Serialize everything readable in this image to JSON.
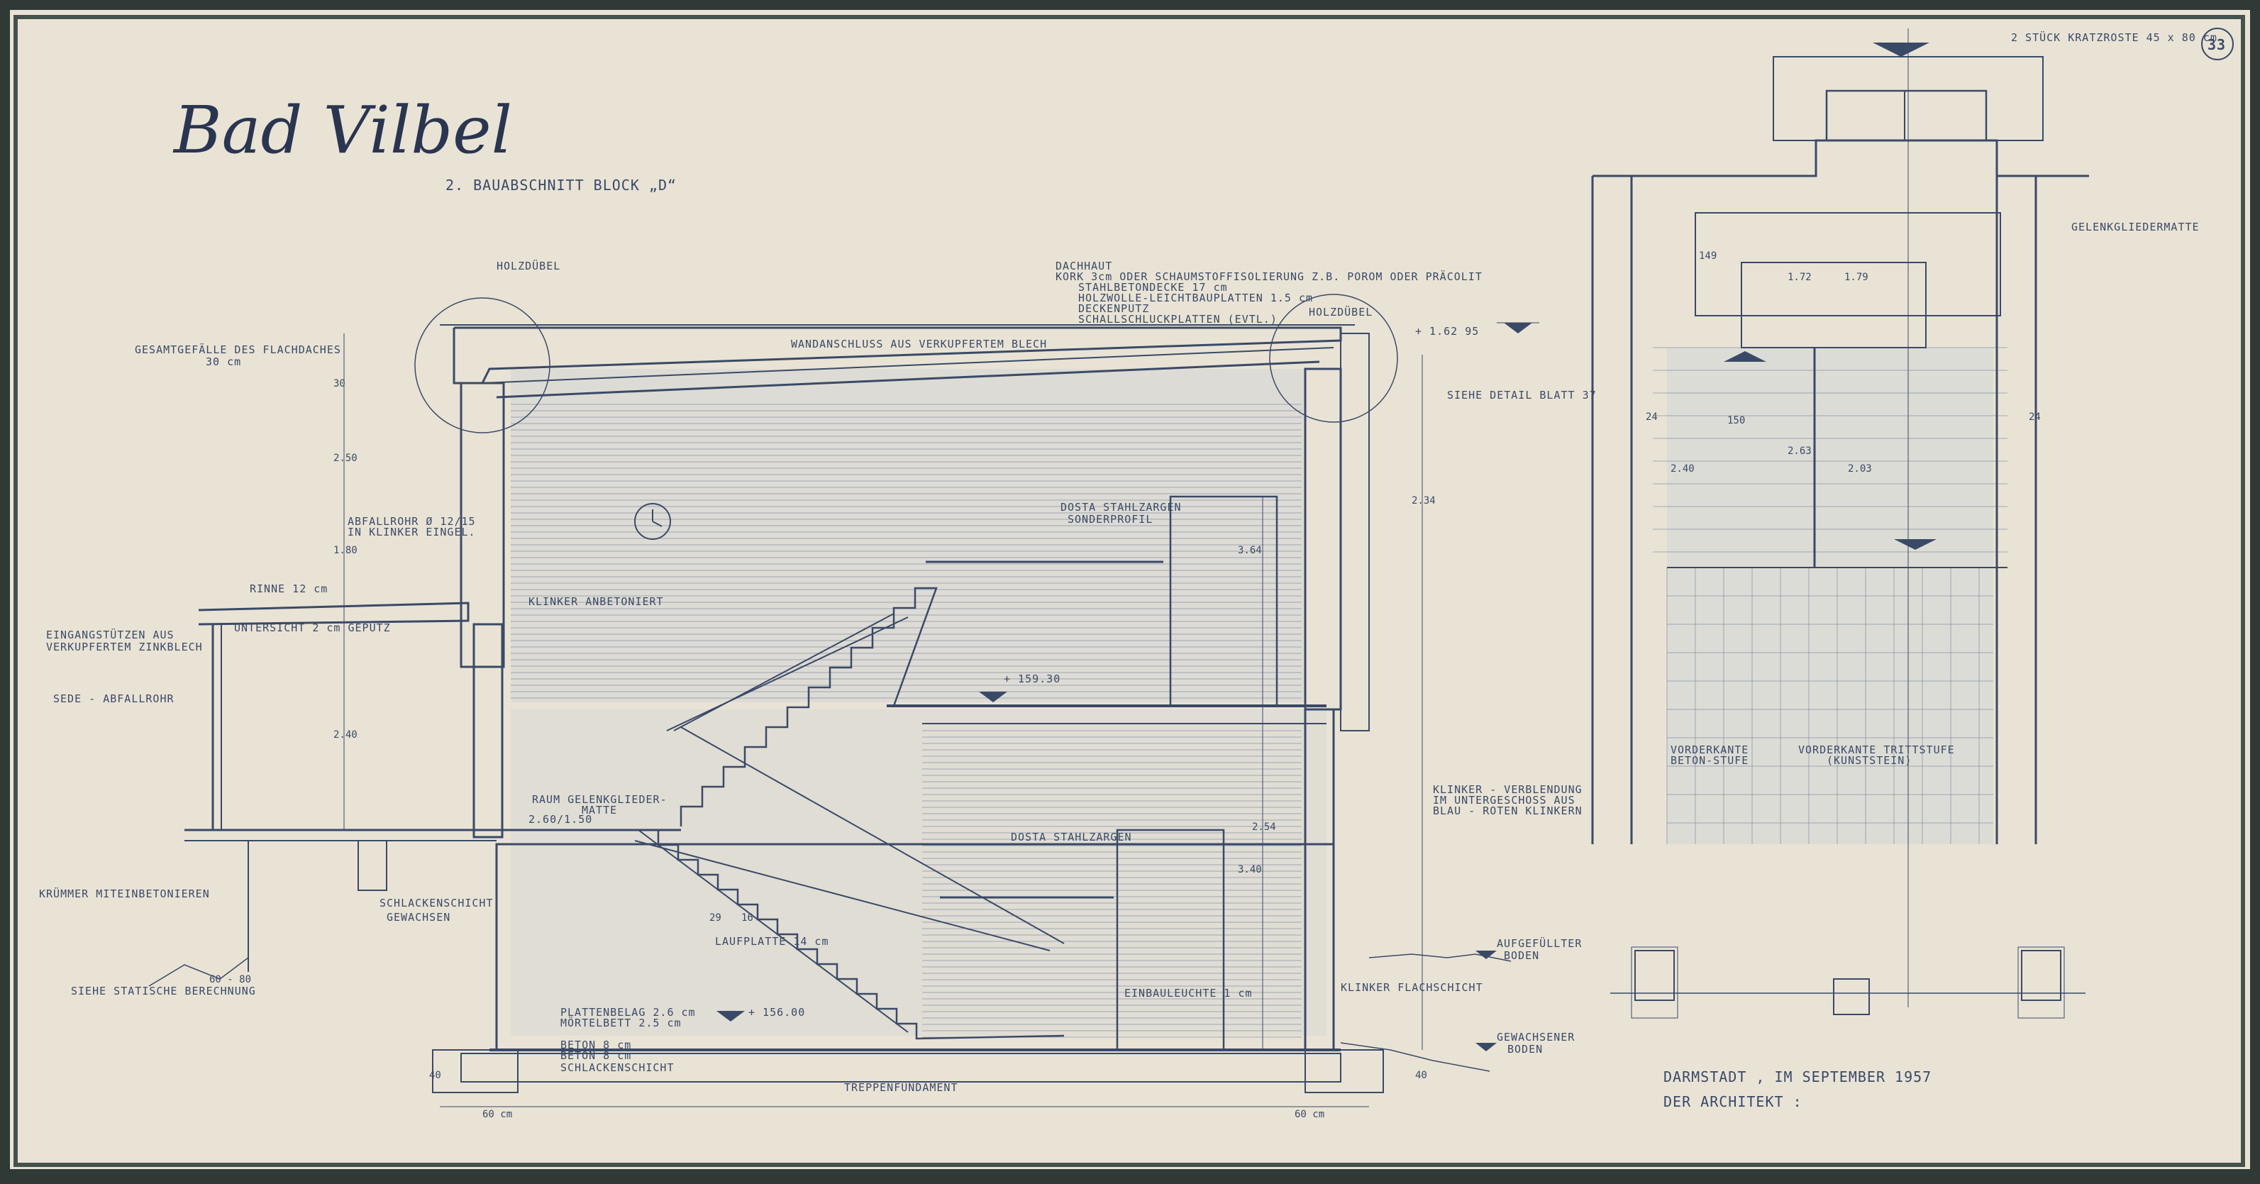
{
  "sheet": {
    "title": "Bad Vilbel",
    "subtitle": "2. BAUABSCHNITT  BLOCK „D“",
    "sheet_number": "33",
    "footer_place_date": "DARMSTADT , IM SEPTEMBER 1957",
    "footer_architect": "DER ARCHITEKT :"
  },
  "section_notes": {
    "dachhaut_title": "DACHHAUT",
    "dachhaut_lines": [
      "KORK 3cm ODER SCHAUMSTOFFISOLIERUNG  Z.B. POROM ODER PRÄCOLIT",
      "STAHLBETONDECKE 17 cm",
      "HOLZWOLLE-LEICHTBAUPLATTEN 1.5 cm",
      "DECKENPUTZ",
      "SCHALLSCHLUCKPLATTEN (EVTL.)"
    ],
    "holzduebel": "HOLZDÜBEL",
    "holzduebel_right": "HOLZDÜBEL",
    "gefaelle_1": "GESAMTGEFÄLLE DES FLACHDACHES",
    "gefaelle_2": "30 cm",
    "wandanschluss": "WANDANSCHLUSS AUS VERKUPFERTEM BLECH",
    "siehe_detail": "SIEHE DETAIL BLATT 37",
    "abfallrohr_1": "ABFALLROHR Ø 12/15",
    "abfallrohr_2": "IN KLINKER EINGEL.",
    "rinne": "RINNE 12 cm",
    "klinker_anbetoniert": "KLINKER ANBETONIERT",
    "unterdecke": "UNTERSICHT 2 cm GEPUTZ",
    "eingang_1": "EINGANGSTÜTZEN AUS",
    "eingang_2": "VERKUPFERTEM ZINKBLECH",
    "abfallrohr_side": "SEDE - ABFALLROHR",
    "raum_1": "RAUM GELENKGLIEDER-",
    "raum_2": "MATTE",
    "raum_3": "2.60/1.50",
    "krummer": "KRÜMMER MITEINBETONIEREN",
    "schlacken": "SCHLACKENSCHICHT",
    "gewachsen": "GEWACHSEN",
    "siehe_statisch": "SIEHE STATISCHE BERECHNUNG",
    "tuer_top_1": "DOSTA STAHLZARGEN",
    "tuer_top_2": "SONDERPROFIL",
    "tuer_bottom": "DOSTA STAHLZARGEN",
    "laufplatte": "LAUFPLATTE 14 cm",
    "plattenbelag_1": "PLATTENBELAG 2.6 cm",
    "plattenbelag_2": "MÖRTELBETT 2.5 cm",
    "beton_1": "BETON 8 cm",
    "beton_2": "BETON 8 cm",
    "schlacken_bottom": "SCHLACKENSCHICHT",
    "treppenfundament": "TREPPENFUNDAMENT",
    "klinker_verblendung_1": "KLINKER - VERBLENDUNG",
    "klinker_verblendung_2": "IM UNTERGESCHOSS  AUS",
    "klinker_verblendung_3": "BLAU - ROTEN  KLINKERN",
    "aufgefuellter_1": "AUFGEFÜLLTER",
    "aufgefuellter_2": "BODEN",
    "klinker_flach": "KLINKER FLACHSCHICHT",
    "gewachsener_1": "GEWACHSENER",
    "gewachsener_2": "BODEN",
    "einbauleuchte": "EINBAULEUCHTE 1 cm"
  },
  "plan_notes": {
    "kratzroste": "2 STÜCK KRATZROSTE  45 x 80 cm",
    "gelenkglieder": "GELENKGLIEDERMATTE",
    "vorderkante_beton_1": "VORDERKANTE",
    "vorderkante_beton_2": "BETON-STUFE",
    "vorderkante_tritt_1": "VORDERKANTE TRITTSTUFE",
    "vorderkante_tritt_2": "(KUNSTSTEIN)"
  },
  "elevations": {
    "top": "+ 1.62 95",
    "mid": "+ 159.30",
    "low": "+ 156.00"
  },
  "dimensions": {
    "d_60cm_left": "60 cm",
    "d_60cm_right": "60 cm",
    "d_40": "40",
    "d_40r": "40",
    "d_30": "30",
    "d_250": "2.50",
    "d_180": "1.80",
    "d_240": "2.40",
    "d_234": "2.34",
    "d_364": "3.64",
    "d_254": "2.54",
    "d_340": "3.40",
    "d_29": "29",
    "d_16": "16",
    "d_150": "150",
    "d_263": "2.63",
    "d_24a": "24",
    "d_24b": "24",
    "d_149": "149",
    "d_172": "1.72",
    "d_179": "1.79",
    "d_203": "2.03",
    "d_240p": "2.40",
    "d_6080": "60 - 80"
  }
}
